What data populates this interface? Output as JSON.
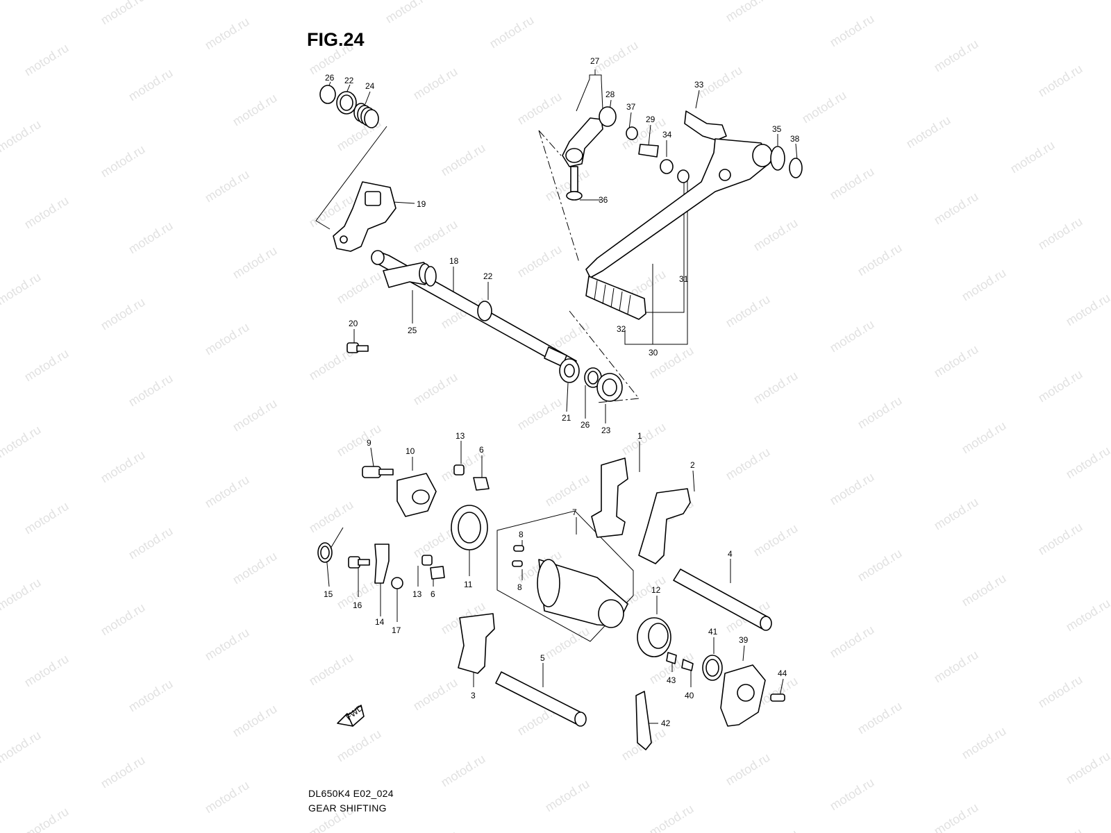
{
  "figure": {
    "title": "FIG.24",
    "model_code": "DL650K4 E02_024",
    "subtitle": "GEAR SHIFTING",
    "watermark": "motod.ru",
    "fwd_label": "FWD"
  },
  "callouts": [
    {
      "id": "c26a",
      "text": "26"
    },
    {
      "id": "c22a",
      "text": "22"
    },
    {
      "id": "c24",
      "text": "24"
    },
    {
      "id": "c19",
      "text": "19"
    },
    {
      "id": "c18",
      "text": "18"
    },
    {
      "id": "c22b",
      "text": "22"
    },
    {
      "id": "c25",
      "text": "25"
    },
    {
      "id": "c20",
      "text": "20"
    },
    {
      "id": "c21",
      "text": "21"
    },
    {
      "id": "c26b",
      "text": "26"
    },
    {
      "id": "c23",
      "text": "23"
    },
    {
      "id": "c27",
      "text": "27"
    },
    {
      "id": "c28",
      "text": "28"
    },
    {
      "id": "c37",
      "text": "37"
    },
    {
      "id": "c29",
      "text": "29"
    },
    {
      "id": "c34",
      "text": "34"
    },
    {
      "id": "c33",
      "text": "33"
    },
    {
      "id": "c35",
      "text": "35"
    },
    {
      "id": "c38",
      "text": "38"
    },
    {
      "id": "c36",
      "text": "36"
    },
    {
      "id": "c31",
      "text": "31"
    },
    {
      "id": "c32",
      "text": "32"
    },
    {
      "id": "c30",
      "text": "30"
    },
    {
      "id": "c1",
      "text": "1"
    },
    {
      "id": "c2",
      "text": "2"
    },
    {
      "id": "c9",
      "text": "9"
    },
    {
      "id": "c10",
      "text": "10"
    },
    {
      "id": "c13a",
      "text": "13"
    },
    {
      "id": "c6a",
      "text": "6"
    },
    {
      "id": "c7",
      "text": "7"
    },
    {
      "id": "c8a",
      "text": "8"
    },
    {
      "id": "c8b",
      "text": "8"
    },
    {
      "id": "c11",
      "text": "11"
    },
    {
      "id": "c4",
      "text": "4"
    },
    {
      "id": "c15",
      "text": "15"
    },
    {
      "id": "c16",
      "text": "16"
    },
    {
      "id": "c14",
      "text": "14"
    },
    {
      "id": "c17",
      "text": "17"
    },
    {
      "id": "c13b",
      "text": "13"
    },
    {
      "id": "c6b",
      "text": "6"
    },
    {
      "id": "c12",
      "text": "12"
    },
    {
      "id": "c3",
      "text": "3"
    },
    {
      "id": "c5",
      "text": "5"
    },
    {
      "id": "c41",
      "text": "41"
    },
    {
      "id": "c39",
      "text": "39"
    },
    {
      "id": "c44",
      "text": "44"
    },
    {
      "id": "c43",
      "text": "43"
    },
    {
      "id": "c40",
      "text": "40"
    },
    {
      "id": "c42",
      "text": "42"
    }
  ]
}
